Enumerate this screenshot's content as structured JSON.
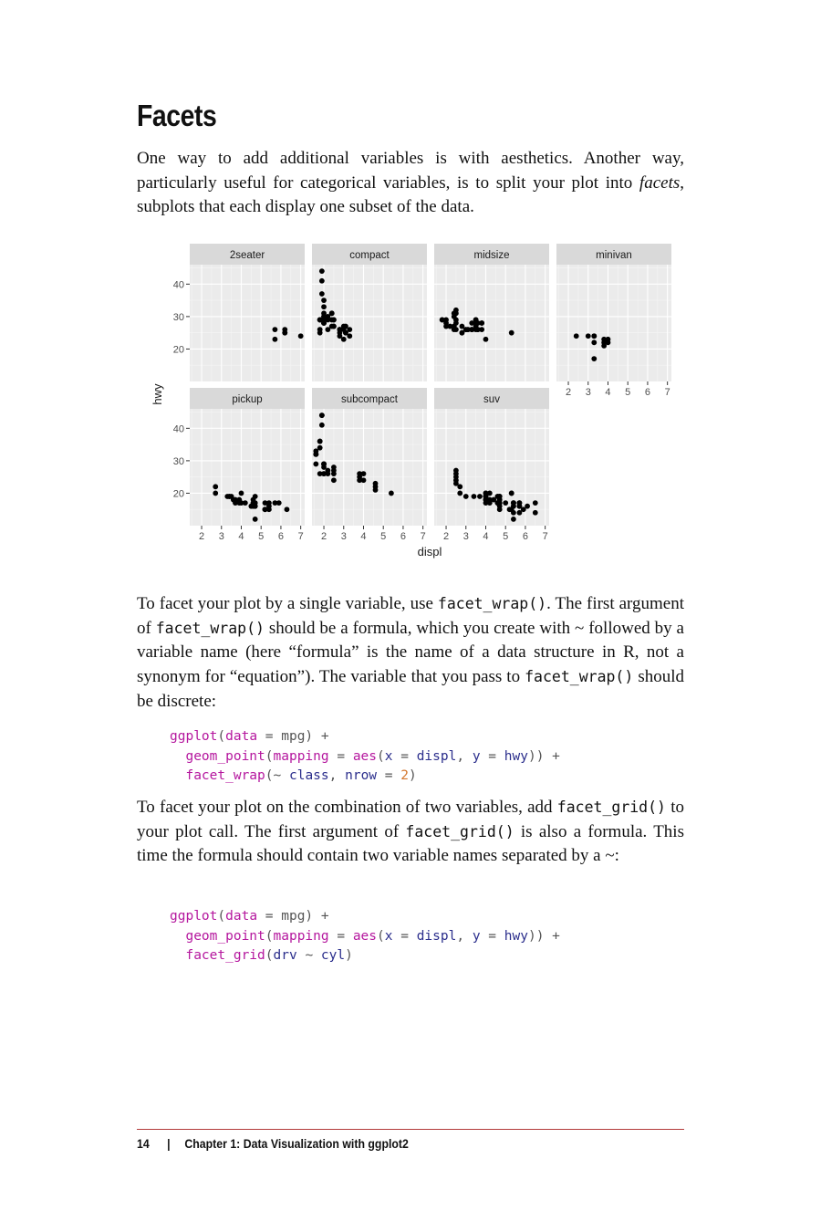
{
  "heading": "Facets",
  "intro": {
    "p1": "One way to add additional variables is with aesthetics. Another way, particularly useful for categorical variables, is to split your plot into ",
    "p1_em": "facets",
    "p1_end": ", subplots that each display one subset of the data."
  },
  "para2": {
    "t1": "To facet your plot by a single variable, use ",
    "c1": "facet_wrap()",
    "t2": ". The first argument of ",
    "c2": "facet_wrap()",
    "t3": " should be a formula, which you create with ~ followed by a variable name (here “formula” is the name of a data structure in R, not a synonym for “equation”). The variable that you pass to ",
    "c3": "facet_wrap()",
    "t4": " should be discrete:"
  },
  "code1": {
    "l1_fn": "ggplot",
    "l1_a": "(",
    "l1_b": "data",
    "l1_c": " = mpg) +",
    "l2_fn": "geom_point",
    "l2_a": "(",
    "l2_b": "mapping",
    "l2_c": " = ",
    "l2_d": "aes",
    "l2_e": "(",
    "l2_f": "x",
    "l2_g": " = ",
    "l2_h": "displ",
    "l2_i": ", ",
    "l2_j": "y",
    "l2_k": " = ",
    "l2_l": "hwy",
    "l2_m": ")) +",
    "l3_fn": "facet_wrap",
    "l3_a": "(~ ",
    "l3_b": "class",
    "l3_c": ", ",
    "l3_d": "nrow",
    "l3_e": " = ",
    "l3_f": "2",
    "l3_g": ")"
  },
  "para3": {
    "t1": "To facet your plot on the combination of two variables, add ",
    "c1": "facet_grid()",
    "t2": " to your plot call. The first argument of ",
    "c2": "facet_grid()",
    "t3": " is also a formula. This time the formula should contain two variable names separated by a ~:"
  },
  "code2": {
    "l1_fn": "ggplot",
    "l1_a": "(",
    "l1_b": "data",
    "l1_c": " = mpg) +",
    "l2_fn": "geom_point",
    "l2_a": "(",
    "l2_b": "mapping",
    "l2_c": " = ",
    "l2_d": "aes",
    "l2_e": "(",
    "l2_f": "x",
    "l2_g": " = ",
    "l2_h": "displ",
    "l2_i": ", ",
    "l2_j": "y",
    "l2_k": " = ",
    "l2_l": "hwy",
    "l2_m": ")) +",
    "l3_fn": "facet_grid",
    "l3_a": "(",
    "l3_b": "drv",
    "l3_c": " ~ ",
    "l3_d": "cyl",
    "l3_e": ")"
  },
  "footer": {
    "page_number": "14",
    "separator": "|",
    "chapter": "Chapter 1: Data Visualization with ggplot2"
  },
  "chart_data": {
    "type": "scatter",
    "xlabel": "displ",
    "ylabel": "hwy",
    "xlim": [
      1.4,
      7.2
    ],
    "ylim": [
      10,
      46
    ],
    "x_ticks": [
      "2",
      "3",
      "4",
      "5",
      "6",
      "7"
    ],
    "y_ticks": [
      "20",
      "30",
      "40"
    ],
    "grid": true,
    "colors": {
      "panel": "#ebebeb",
      "strip": "#d9d9d9",
      "point": "#000000"
    },
    "facets": [
      {
        "name": "2seater",
        "points": [
          [
            5.7,
            26
          ],
          [
            5.7,
            23
          ],
          [
            6.2,
            26
          ],
          [
            6.2,
            25
          ],
          [
            7.0,
            24
          ],
          [
            6.2,
            25
          ]
        ]
      },
      {
        "name": "compact",
        "points": [
          [
            1.8,
            29
          ],
          [
            1.8,
            29
          ],
          [
            2.0,
            31
          ],
          [
            2.0,
            30
          ],
          [
            2.8,
            26
          ],
          [
            2.8,
            26
          ],
          [
            3.1,
            27
          ],
          [
            1.8,
            26
          ],
          [
            1.8,
            25
          ],
          [
            2.0,
            28
          ],
          [
            2.0,
            28
          ],
          [
            2.8,
            25
          ],
          [
            2.8,
            24
          ],
          [
            3.1,
            25
          ],
          [
            3.1,
            25
          ],
          [
            2.2,
            26
          ],
          [
            2.2,
            29
          ],
          [
            2.4,
            31
          ],
          [
            2.4,
            31
          ],
          [
            3.0,
            26
          ],
          [
            3.3,
            26
          ],
          [
            1.8,
            29
          ],
          [
            2.0,
            29
          ],
          [
            2.0,
            28
          ],
          [
            2.5,
            27
          ],
          [
            2.5,
            29
          ],
          [
            2.8,
            26
          ],
          [
            2.8,
            26
          ],
          [
            1.9,
            44
          ],
          [
            1.9,
            41
          ],
          [
            2.0,
            29
          ],
          [
            2.0,
            35
          ],
          [
            1.9,
            37
          ],
          [
            2.0,
            33
          ],
          [
            2.5,
            27
          ],
          [
            2.2,
            30
          ],
          [
            2.4,
            27
          ],
          [
            3.0,
            23
          ],
          [
            3.3,
            24
          ],
          [
            2.0,
            30
          ],
          [
            2.5,
            29
          ],
          [
            2.4,
            29
          ],
          [
            3.0,
            27
          ]
        ]
      },
      {
        "name": "midsize",
        "points": [
          [
            2.4,
            27
          ],
          [
            2.4,
            30
          ],
          [
            3.1,
            26
          ],
          [
            3.5,
            29
          ],
          [
            3.6,
            26
          ],
          [
            2.4,
            26
          ],
          [
            3.0,
            26
          ],
          [
            3.3,
            26
          ],
          [
            3.3,
            26
          ],
          [
            3.3,
            26
          ],
          [
            3.8,
            28
          ],
          [
            3.8,
            28
          ],
          [
            3.8,
            26
          ],
          [
            2.5,
            29
          ],
          [
            2.5,
            32
          ],
          [
            2.4,
            31
          ],
          [
            2.5,
            31
          ],
          [
            3.3,
            26
          ],
          [
            3.5,
            29
          ],
          [
            4.0,
            23
          ],
          [
            1.8,
            29
          ],
          [
            2.0,
            27
          ],
          [
            2.8,
            25
          ],
          [
            3.1,
            26
          ],
          [
            2.5,
            26
          ],
          [
            3.0,
            26
          ],
          [
            3.5,
            27
          ],
          [
            3.6,
            26
          ],
          [
            3.3,
            28
          ],
          [
            2.2,
            27
          ],
          [
            2.4,
            27
          ],
          [
            5.3,
            25
          ],
          [
            1.8,
            29
          ],
          [
            2.0,
            28
          ],
          [
            2.8,
            25
          ],
          [
            2.5,
            28
          ],
          [
            3.5,
            28
          ],
          [
            3.5,
            26
          ],
          [
            2.0,
            29
          ],
          [
            2.8,
            27
          ],
          [
            3.6,
            28
          ]
        ]
      },
      {
        "name": "minivan",
        "points": [
          [
            2.4,
            24
          ],
          [
            3.0,
            24
          ],
          [
            3.3,
            22
          ],
          [
            3.3,
            24
          ],
          [
            3.3,
            24
          ],
          [
            3.3,
            17
          ],
          [
            3.8,
            22
          ],
          [
            3.8,
            21
          ],
          [
            3.8,
            23
          ],
          [
            4.0,
            23
          ],
          [
            4.0,
            22
          ]
        ]
      },
      {
        "name": "pickup",
        "points": [
          [
            2.7,
            20
          ],
          [
            2.7,
            22
          ],
          [
            3.7,
            17
          ],
          [
            3.9,
            17
          ],
          [
            4.7,
            19
          ],
          [
            4.7,
            16
          ],
          [
            4.7,
            12
          ],
          [
            5.2,
            17
          ],
          [
            5.2,
            15
          ],
          [
            5.7,
            17
          ],
          [
            5.9,
            17
          ],
          [
            4.7,
            17
          ],
          [
            4.7,
            16
          ],
          [
            5.2,
            15
          ],
          [
            5.2,
            15
          ],
          [
            3.4,
            19
          ],
          [
            3.4,
            19
          ],
          [
            4.0,
            17
          ],
          [
            4.6,
            16
          ],
          [
            4.6,
            17
          ],
          [
            5.4,
            16
          ],
          [
            5.4,
            17
          ],
          [
            3.7,
            18
          ],
          [
            4.2,
            17
          ],
          [
            3.5,
            19
          ],
          [
            3.9,
            18
          ],
          [
            4.0,
            20
          ],
          [
            4.5,
            16
          ],
          [
            3.3,
            19
          ],
          [
            3.6,
            18
          ],
          [
            4.6,
            18
          ],
          [
            6.3,
            15
          ],
          [
            5.4,
            15
          ]
        ]
      },
      {
        "name": "subcompact",
        "points": [
          [
            3.8,
            26
          ],
          [
            3.8,
            25
          ],
          [
            4.0,
            26
          ],
          [
            4.0,
            24
          ],
          [
            4.6,
            21
          ],
          [
            4.6,
            22
          ],
          [
            5.4,
            20
          ],
          [
            1.6,
            33
          ],
          [
            1.6,
            32
          ],
          [
            1.6,
            32
          ],
          [
            1.6,
            29
          ],
          [
            1.6,
            32
          ],
          [
            1.8,
            34
          ],
          [
            1.8,
            36
          ],
          [
            1.8,
            36
          ],
          [
            2.0,
            29
          ],
          [
            2.0,
            26
          ],
          [
            2.5,
            26
          ],
          [
            2.5,
            27
          ],
          [
            2.5,
            28
          ],
          [
            2.5,
            24
          ],
          [
            2.2,
            26
          ],
          [
            1.8,
            26
          ],
          [
            1.9,
            44
          ],
          [
            1.9,
            41
          ],
          [
            2.0,
            29
          ],
          [
            2.0,
            26
          ],
          [
            2.0,
            28
          ],
          [
            2.0,
            29
          ],
          [
            3.8,
            24
          ],
          [
            4.6,
            23
          ],
          [
            2.2,
            27
          ],
          [
            1.9,
            44
          ]
        ]
      },
      {
        "name": "suv",
        "points": [
          [
            5.3,
            20
          ],
          [
            5.3,
            15
          ],
          [
            5.3,
            20
          ],
          [
            5.7,
            17
          ],
          [
            6.5,
            17
          ],
          [
            4.7,
            18
          ],
          [
            4.7,
            17
          ],
          [
            5.2,
            15
          ],
          [
            5.7,
            16
          ],
          [
            5.9,
            15
          ],
          [
            4.6,
            17
          ],
          [
            5.4,
            17
          ],
          [
            5.4,
            16
          ],
          [
            4.0,
            19
          ],
          [
            4.0,
            19
          ],
          [
            4.6,
            17
          ],
          [
            5.0,
            17
          ],
          [
            4.2,
            20
          ],
          [
            4.2,
            17
          ],
          [
            4.6,
            17
          ],
          [
            4.6,
            19
          ],
          [
            4.6,
            17
          ],
          [
            5.4,
            17
          ],
          [
            5.4,
            16
          ],
          [
            4.0,
            20
          ],
          [
            4.7,
            19
          ],
          [
            4.7,
            19
          ],
          [
            4.7,
            17
          ],
          [
            5.7,
            16
          ],
          [
            6.1,
            16
          ],
          [
            4.0,
            18
          ],
          [
            4.2,
            18
          ],
          [
            4.4,
            18
          ],
          [
            4.6,
            19
          ],
          [
            5.4,
            17
          ],
          [
            5.4,
            14
          ],
          [
            5.4,
            12
          ],
          [
            4.0,
            19
          ],
          [
            4.0,
            18
          ],
          [
            4.0,
            17
          ],
          [
            4.7,
            15
          ],
          [
            4.7,
            16
          ],
          [
            3.0,
            19
          ],
          [
            3.7,
            19
          ],
          [
            4.0,
            18
          ],
          [
            4.7,
            18
          ],
          [
            4.7,
            17
          ],
          [
            2.5,
            25
          ],
          [
            2.5,
            26
          ],
          [
            2.5,
            27
          ],
          [
            2.5,
            24
          ],
          [
            2.7,
            20
          ],
          [
            2.7,
            22
          ],
          [
            3.4,
            19
          ],
          [
            4.0,
            20
          ],
          [
            4.7,
            17
          ],
          [
            4.7,
            19
          ],
          [
            5.7,
            14
          ],
          [
            2.5,
            23
          ],
          [
            5.7,
            17
          ],
          [
            6.5,
            14
          ]
        ]
      }
    ]
  }
}
